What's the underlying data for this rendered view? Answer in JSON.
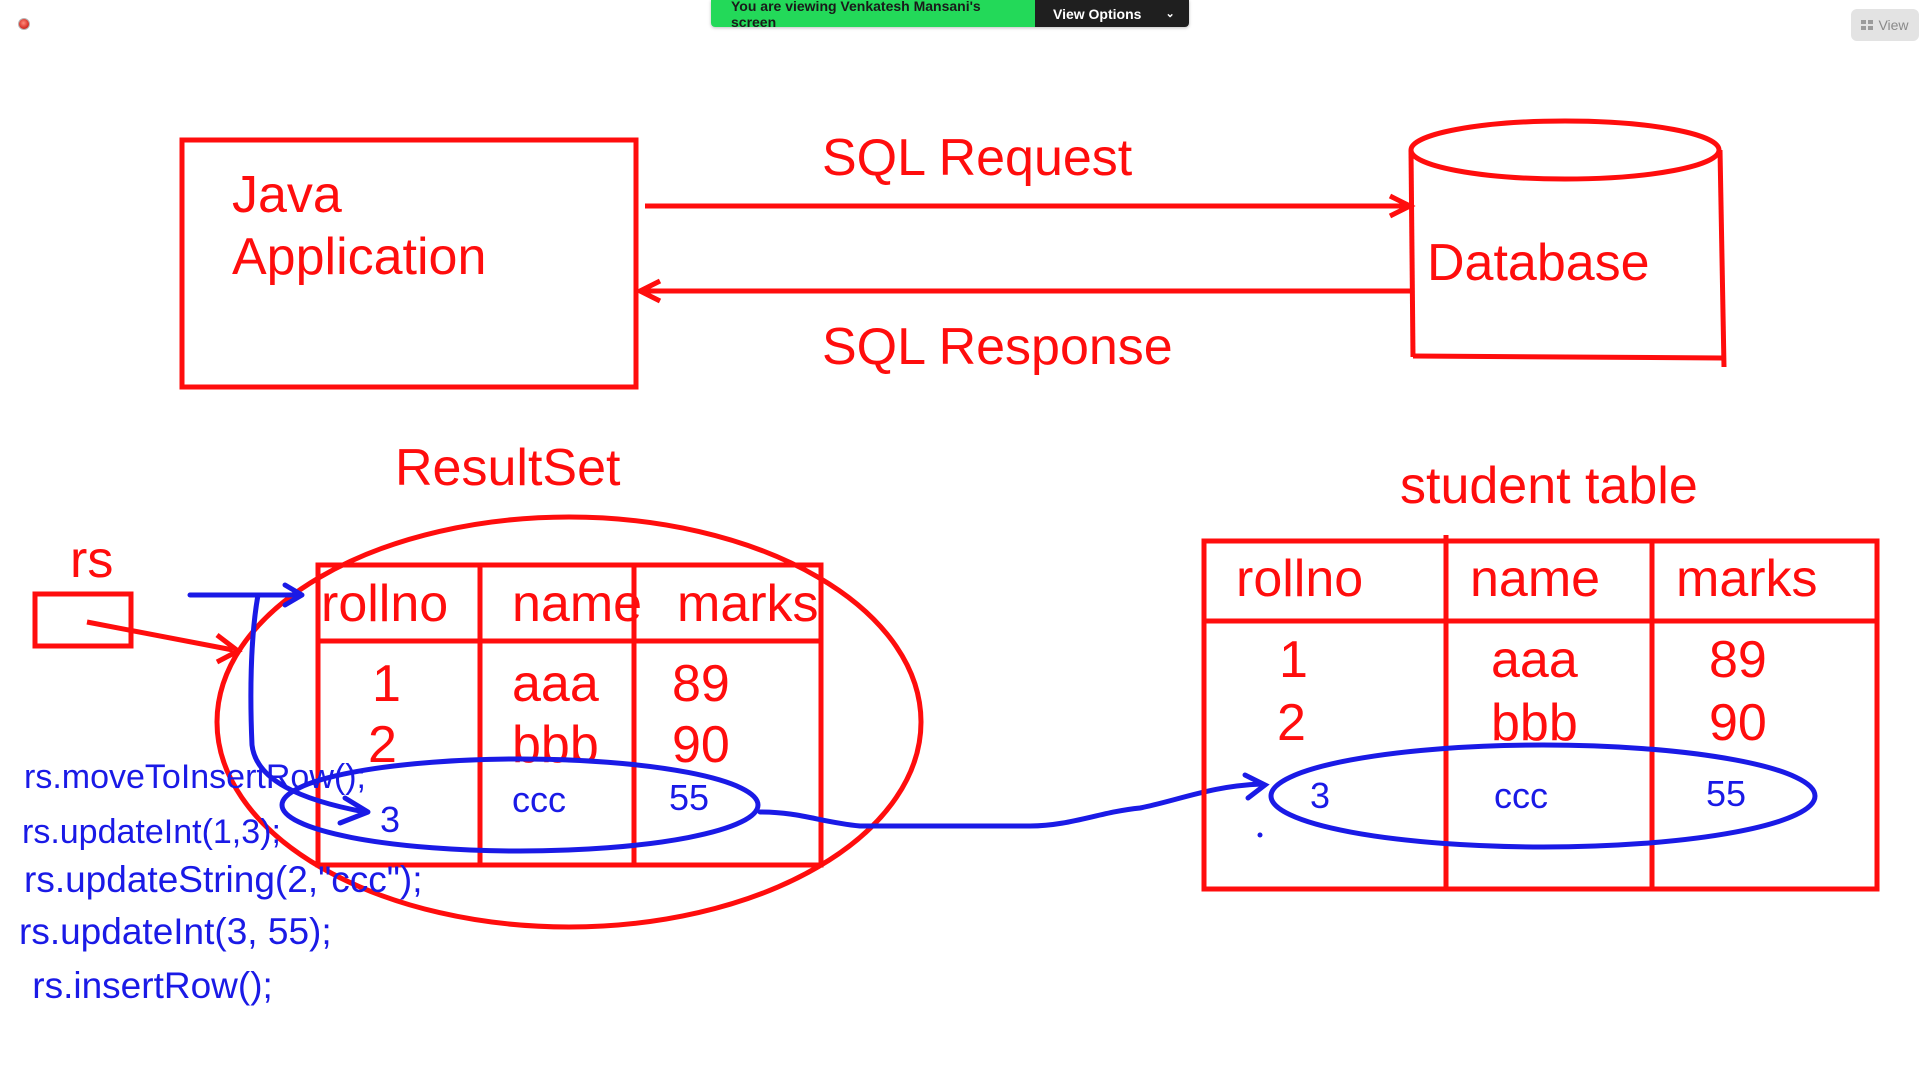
{
  "share_bar": {
    "viewing_text": "You are viewing Venkatesh Mansani's screen",
    "view_options_label": "View Options",
    "view_label": "View"
  },
  "colors": {
    "ink_red": "#ff0d0d",
    "ink_blue": "#1a1ae6",
    "banner_green": "#23d959",
    "banner_dark": "#1f1f1f"
  },
  "architecture": {
    "app_label_line1": "Java",
    "app_label_line2": "Application",
    "request_label": "SQL Request",
    "response_label": "SQL Response",
    "database_label": "Database"
  },
  "resultset": {
    "title": "ResultSet",
    "pointer_label": "rs",
    "headers": [
      "rollno",
      "name",
      "marks"
    ],
    "rows": [
      [
        "1",
        "aaa",
        "89"
      ],
      [
        "2",
        "bbb",
        "90"
      ]
    ],
    "inserted_row": [
      "3",
      "ccc",
      "55"
    ]
  },
  "student_table": {
    "title": "student table",
    "headers": [
      "rollno",
      "name",
      "marks"
    ],
    "rows": [
      [
        "1",
        "aaa",
        "89"
      ],
      [
        "2",
        "bbb",
        "90"
      ]
    ],
    "inserted_row": [
      "3",
      "ccc",
      "55"
    ]
  },
  "code_lines": [
    "rs.moveToInsertRow();",
    "rs.updateInt(1,3);",
    "rs.updateString(2,\"ccc\");",
    "rs.updateInt(3, 55);",
    " rs.insertRow();"
  ]
}
